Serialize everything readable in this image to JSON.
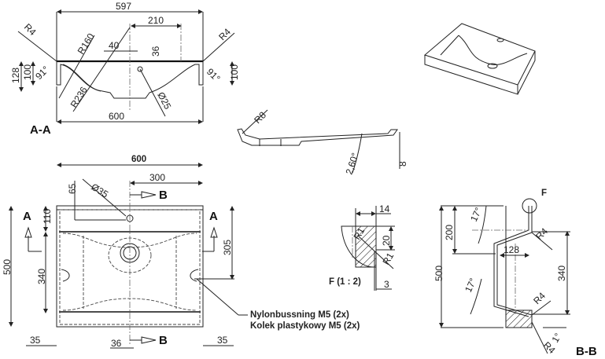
{
  "section_aa": {
    "title": "A-A",
    "labels": [
      "597",
      "210",
      "40",
      "36",
      "R4",
      "R4",
      "R160",
      "R236",
      "Ø25",
      "128",
      "100",
      "91°",
      "100",
      "91°",
      "600"
    ]
  },
  "side_profile": {
    "labels": [
      "R8",
      "2,60°",
      "8"
    ]
  },
  "front_view": {
    "labels": [
      "600",
      "300",
      "65",
      "Ø35",
      "B",
      "A",
      "A",
      "110",
      "305",
      "500",
      "340",
      "35",
      "36",
      "B",
      "35"
    ]
  },
  "note": {
    "line1": "Nylonbussning M5 (2x)",
    "line2": "Kolek plastykowy M5 (2x)"
  },
  "detail_f": {
    "title": "F (1 : 2)",
    "labels": [
      "14",
      "20",
      "R1",
      "R1",
      "3"
    ]
  },
  "section_bb": {
    "title": "B-B",
    "labels": [
      "F",
      "17°",
      "200",
      "R4",
      "128",
      "500",
      "340",
      "17°",
      "R4",
      "1°",
      "R4"
    ]
  }
}
